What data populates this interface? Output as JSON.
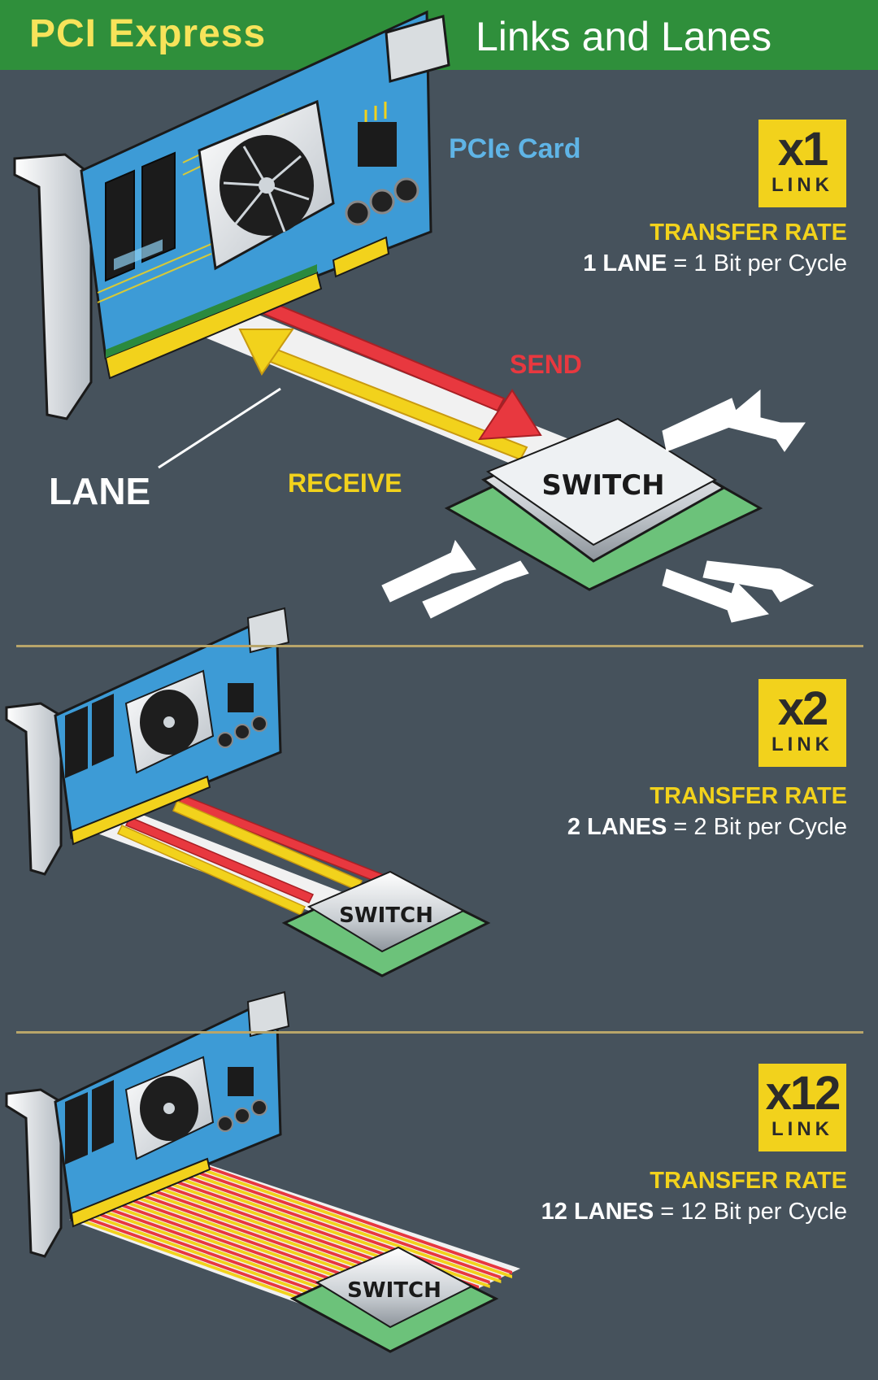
{
  "header": {
    "title_left": "PCI Express",
    "title_right": "Links and Lanes"
  },
  "labels": {
    "card": "PCIe Card",
    "lane": "LANE",
    "send": "SEND",
    "receive": "RECEIVE"
  },
  "switch_label": "SWITCH",
  "sections": [
    {
      "multiplier": "x1",
      "link": "LINK",
      "rate_title": "TRANSFER RATE",
      "lanes_text": "1 LANE",
      "equals": "=",
      "bits_text": "1 Bit per Cycle",
      "lanes": 1
    },
    {
      "multiplier": "x2",
      "link": "LINK",
      "rate_title": "TRANSFER RATE",
      "lanes_text": "2 LANES",
      "equals": "=",
      "bits_text": "2 Bit per Cycle",
      "lanes": 2
    },
    {
      "multiplier": "x12",
      "link": "LINK",
      "rate_title": "TRANSFER RATE",
      "lanes_text": "12 LANES",
      "equals": "=",
      "bits_text": "12 Bit per Cycle",
      "lanes": 12
    }
  ],
  "colors": {
    "background": "#46525c",
    "header": "#2f8f3b",
    "title_yellow": "#f7e35a",
    "card_blue": "#3d9bd6",
    "send_red": "#e8383f",
    "receive_yellow": "#f2d21c",
    "switch_green": "#6cc27a",
    "divider": "#b8a56a"
  }
}
